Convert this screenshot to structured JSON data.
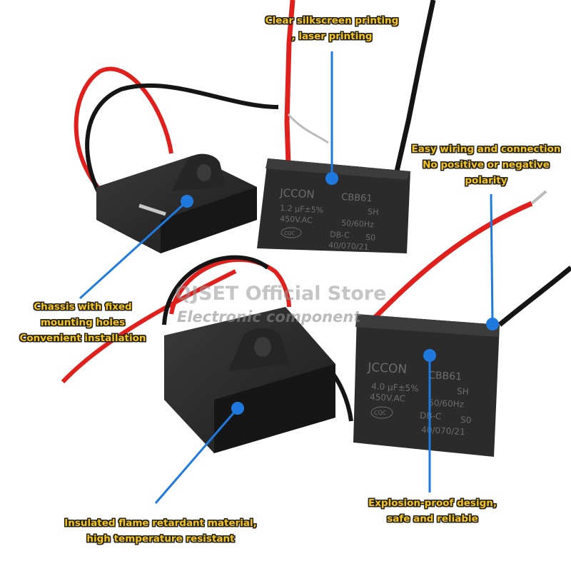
{
  "watermark": {
    "store": "QJSET Official Store",
    "sub": "Electronic component"
  },
  "capacitors": {
    "top": {
      "brand": "JCCON",
      "model": "CBB61",
      "capacitance": "1.2 μF±5%",
      "code": "SH",
      "voltage": "450V.AC",
      "frequency": "50/60Hz",
      "cert": "CQC",
      "class": "DB-C",
      "s_rating": "S0",
      "climate": "40/070/21"
    },
    "bottom": {
      "brand": "JCCON",
      "model": "CBB61",
      "capacitance": "4.0 μF±5%",
      "code": "SH",
      "voltage": "450V.AC",
      "frequency": "50/60Hz",
      "cert": "CQC",
      "class": "DB-C",
      "s_rating": "S0",
      "climate": "40/070/21"
    }
  },
  "callouts": {
    "printing": [
      "Clear silkscreen printing",
      ", laser printing"
    ],
    "wiring": [
      "Easy wiring and connection",
      "No positive or negative",
      "polarity"
    ],
    "chassis": [
      "Chassis with fixed",
      "mounting holes",
      "Convenient installation"
    ],
    "insulated": [
      "Insulated flame retardant material,",
      "high temperature resistant"
    ],
    "explosion": [
      "Explosion-proof design,",
      "safe and reliable"
    ]
  },
  "colors": {
    "callout_text": "#f7c51c",
    "pointer_line": "#1f7ae0",
    "capacitor_body": "#2a2a2a",
    "wire_red": "#e0201c",
    "wire_black": "#151515"
  }
}
